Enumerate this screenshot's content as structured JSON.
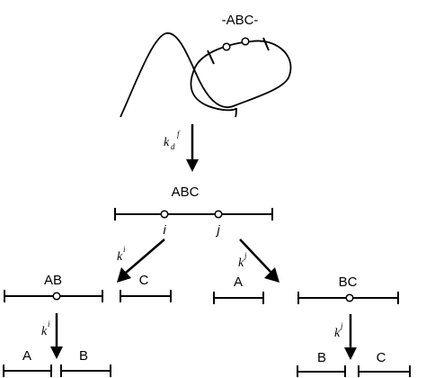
{
  "chromatin": {
    "label": "-ABC-"
  },
  "rates": {
    "kd": {
      "base": "k",
      "sub": "d",
      "sup": "f"
    },
    "ki": {
      "base": "k",
      "sup": "i"
    },
    "kj": {
      "base": "k",
      "sup": "j"
    }
  },
  "segments": {
    "abc": {
      "label": "ABC",
      "site_i": "i",
      "site_j": "j"
    },
    "ab": {
      "label": "AB"
    },
    "c": {
      "label": "C"
    },
    "a_mid": {
      "label": "A"
    },
    "bc": {
      "label": "BC"
    },
    "a_bottom": {
      "label": "A"
    },
    "b_bottom": {
      "label": "B"
    },
    "b_right": {
      "label": "B"
    },
    "c_right": {
      "label": "C"
    }
  }
}
